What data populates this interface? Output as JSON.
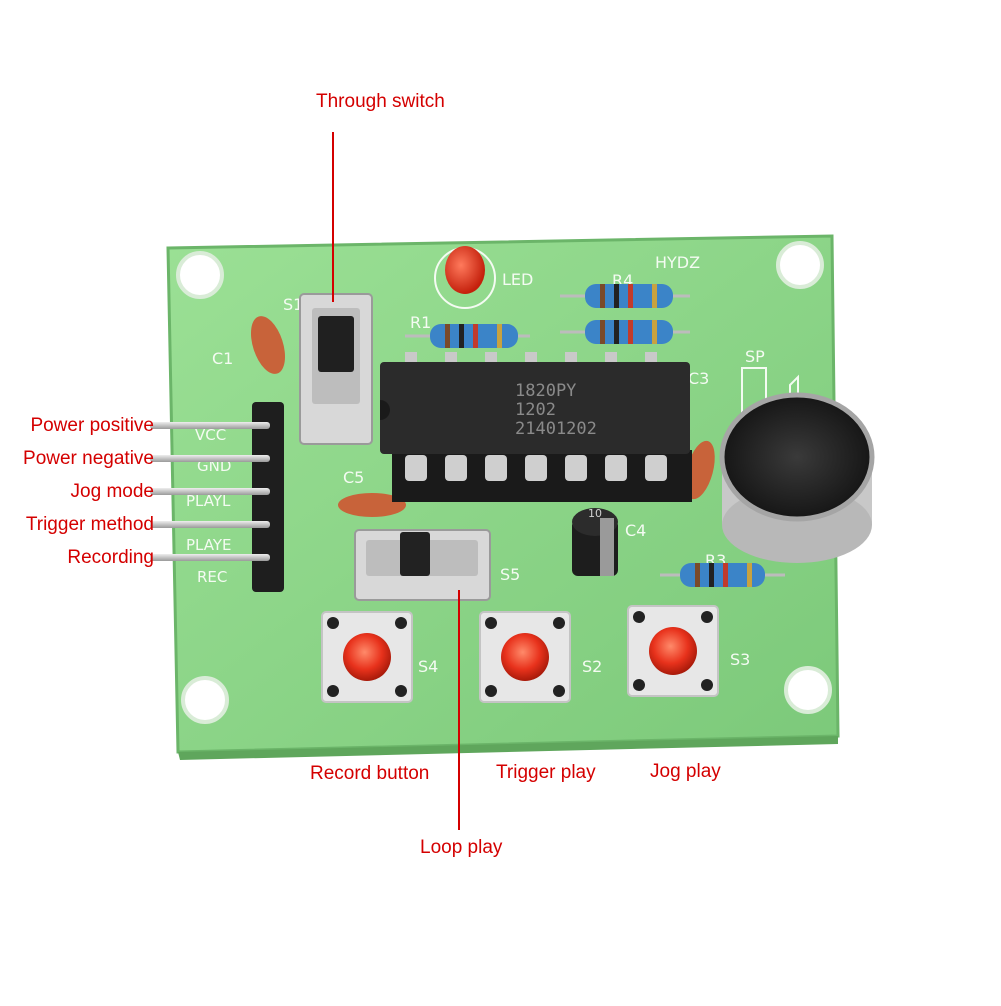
{
  "callouts": {
    "through_switch": "Through switch",
    "power_positive": "Power positive",
    "power_negative": "Power negative",
    "jog_mode": "Jog mode",
    "trigger_method": "Trigger method",
    "recording": "Recording",
    "record_button": "Record button",
    "trigger_play": "Trigger play",
    "jog_play": "Jog play",
    "loop_play": "Loop play"
  },
  "board_silkscreen": {
    "brand": "HYDZ",
    "led": "LED",
    "s1": "S1",
    "c1": "C1",
    "r1": "R1",
    "r4": "R4",
    "c3": "C3",
    "c4": "C4",
    "c5": "C5",
    "r3": "R3",
    "sp": "SP",
    "s5": "S5",
    "s4": "S4",
    "s2": "S2",
    "s3": "S3",
    "pin_vcc": "VCC",
    "pin_gnd": "GND",
    "pin_playl": "PLAYL",
    "pin_playe": "PLAYE",
    "pin_rec": "REC",
    "chip_line1": "1820PY",
    "chip_line2": "1202",
    "chip_line3": "21401202",
    "cap_c4_mark": "10"
  },
  "colors": {
    "callout_text": "#d40000",
    "pcb": "#8ed68a",
    "silkscreen": "#f4fbf2",
    "ic_body": "#2b2b2b",
    "ceramic_cap": "#c8633a",
    "button_cap": "#e8321c"
  }
}
